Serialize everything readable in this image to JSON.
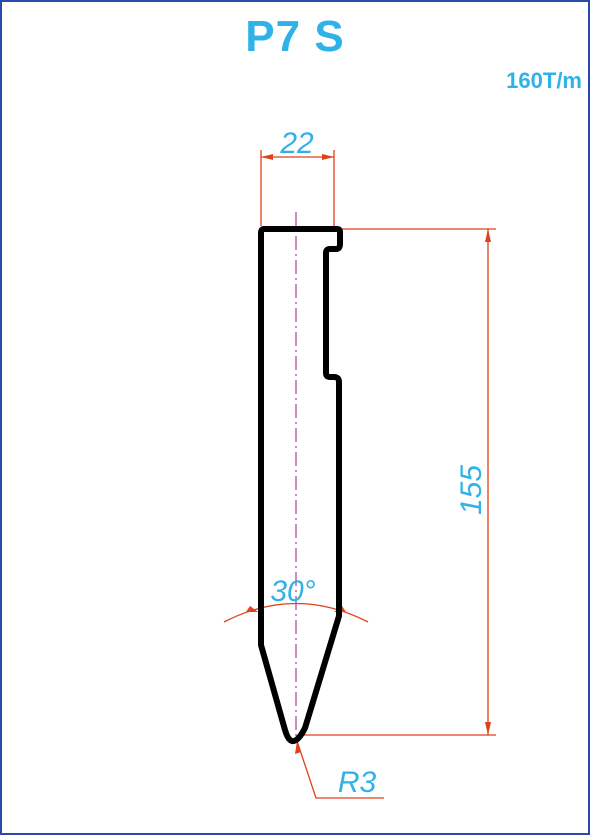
{
  "title": "P7 S",
  "capacity": "160T/m",
  "dimensions": {
    "width": "22",
    "height": "155",
    "angle": "30°",
    "radius": "R3"
  },
  "colors": {
    "text": "#2fb2e8",
    "dimension_lines": "#e0401a",
    "outline": "#000000",
    "centerline": "#b04aa8",
    "frame": "#2a4aa8"
  }
}
